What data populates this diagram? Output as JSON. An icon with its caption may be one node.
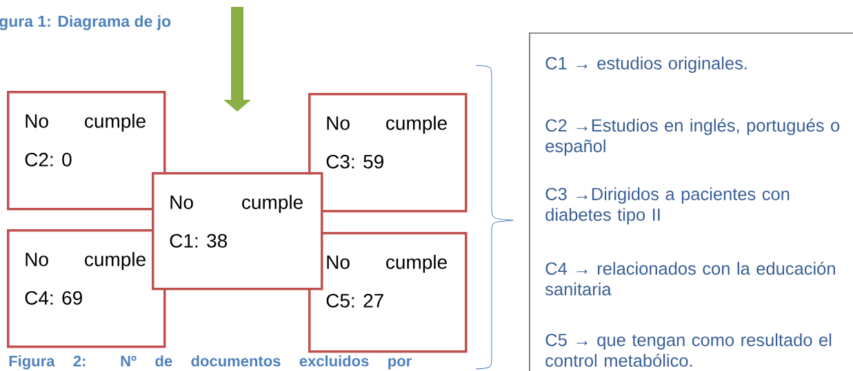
{
  "diagram": {
    "nodes": [
      {
        "text": [
          "No cumple",
          "C2: 0"
        ]
      },
      {
        "text": [
          "No cumple",
          "C3: 59"
        ]
      },
      {
        "text": [
          "No cumple",
          "C1: 38"
        ]
      },
      {
        "text": [
          "No cumple",
          "C4: 69"
        ]
      },
      {
        "text": [
          "No cumple",
          "C5: 27"
        ]
      },
      {
        "text": [
          "C1 → estudios originales.",
          "C2 →Estudios en inglés, portugués o español",
          "C3 →Dirigidos a pacientes con diabetes tipo II",
          "C4 → relacionados con la educación sanitaria",
          "C5 → que tengan como resultado el control metabólico."
        ]
      }
    ],
    "edges": [],
    "labels": [
      "gura 1: Diagrama de jo",
      "Figura 2: Nº de documentos excluidos por"
    ]
  }
}
